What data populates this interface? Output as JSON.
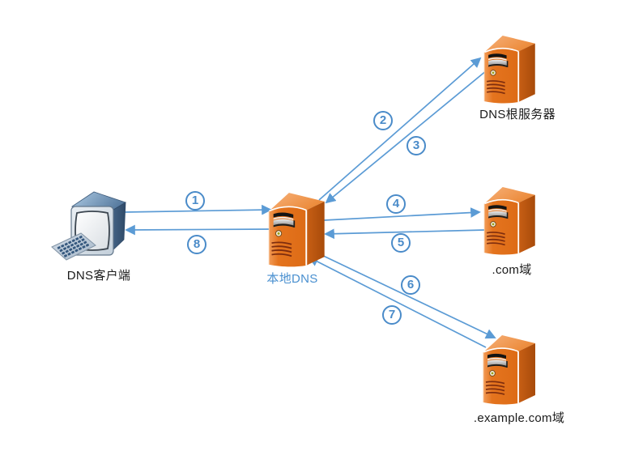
{
  "diagram": {
    "nodes": [
      {
        "id": "dns-client",
        "label": "DNS客户端",
        "icon": "workstation-icon"
      },
      {
        "id": "local-dns",
        "label": "本地DNS",
        "icon": "server-icon"
      },
      {
        "id": "dns-root",
        "label": "DNS根服务器",
        "icon": "server-icon"
      },
      {
        "id": "com-domain",
        "label": ".com域",
        "icon": "server-icon"
      },
      {
        "id": "example-com-domain",
        "label": ".example.com域",
        "icon": "server-icon"
      }
    ],
    "arrows": [
      {
        "number": "1",
        "from": "dns-client",
        "to": "local-dns"
      },
      {
        "number": "2",
        "from": "local-dns",
        "to": "dns-root"
      },
      {
        "number": "3",
        "from": "dns-root",
        "to": "local-dns"
      },
      {
        "number": "4",
        "from": "local-dns",
        "to": "com-domain"
      },
      {
        "number": "5",
        "from": "com-domain",
        "to": "local-dns"
      },
      {
        "number": "6",
        "from": "local-dns",
        "to": "example-com-domain"
      },
      {
        "number": "7",
        "from": "example-com-domain",
        "to": "local-dns"
      },
      {
        "number": "8",
        "from": "local-dns",
        "to": "dns-client"
      }
    ],
    "colors": {
      "arrow": "#5B9BD5",
      "badge": "#4A8BC9",
      "server_front": "#E4741E",
      "server_side": "#B3530F",
      "server_top": "#F2A162",
      "monitor_blue": "#4D6E92",
      "node_label": "#1A1A1A",
      "local_dns_label": "#4A90D0",
      "background": "#FFFFFF"
    }
  }
}
